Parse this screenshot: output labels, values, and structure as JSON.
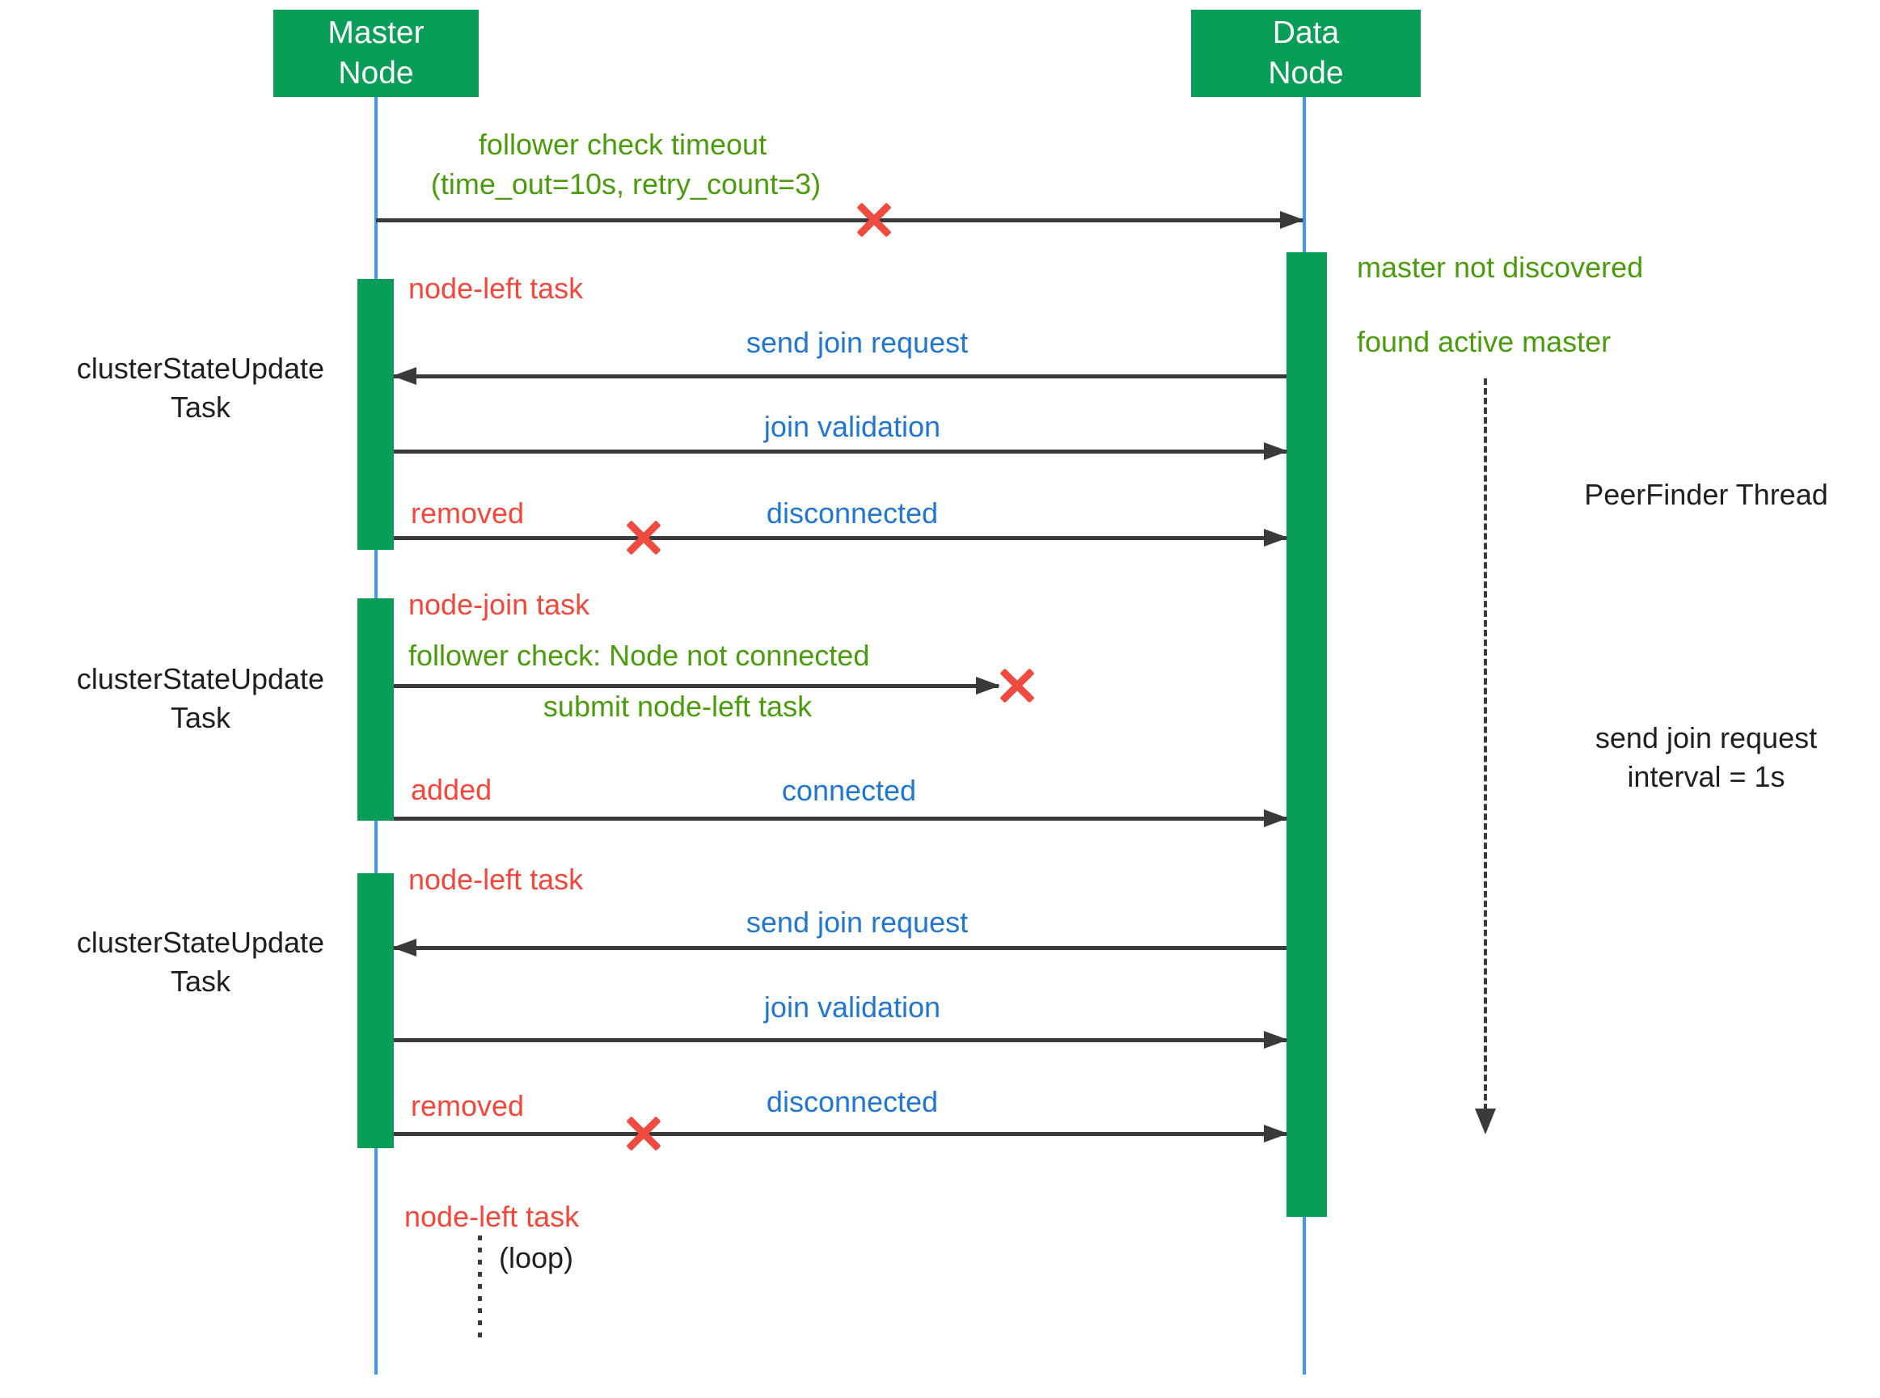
{
  "colors": {
    "green-fill": "#089e58",
    "lifeline-blue": "#3b99fc",
    "text-green": "#4a9c0d",
    "text-red": "#f4473c",
    "text-blue": "#2176d2",
    "text-dark": "#1f1f1f",
    "arrow-dark": "#3a3a3a",
    "red-x": "#ef4b41"
  },
  "actors": {
    "master": "Master Node",
    "data_node": "Data Node"
  },
  "left_labels": {
    "cluster_state_update_task": "clusterStateUpdate Task"
  },
  "side_labels": {
    "peerfinder_thread": "PeerFinder Thread",
    "send_join_interval": "send join request interval = 1s"
  },
  "notes": {
    "follower_check_timeout": "follower check timeout",
    "follower_check_params": "(time_out=10s, retry_count=3)",
    "master_not_discovered": "master not discovered",
    "found_active_master": "found active master",
    "follower_check_not_connected": "follower check: Node not connected",
    "submit_node_left_task": "submit node-left task",
    "loop": "(loop)"
  },
  "tasks": {
    "node_left_task": "node-left task",
    "node_join_task": "node-join task"
  },
  "events": {
    "removed": "removed",
    "added": "added"
  },
  "messages": {
    "send_join_request": "send join request",
    "join_validation": "join validation",
    "disconnected": "disconnected",
    "connected": "connected"
  }
}
